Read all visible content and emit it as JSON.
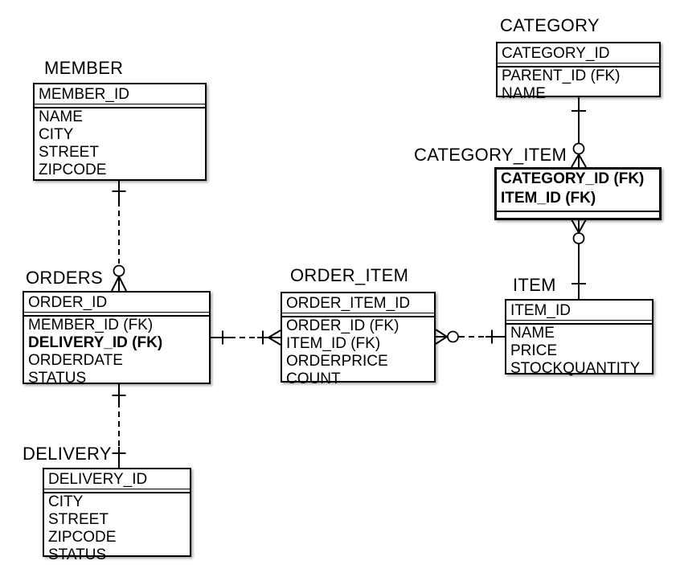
{
  "diagram": {
    "kind": "entity-relationship-diagram",
    "notation": "crows-foot",
    "entities": {
      "member": {
        "title": "MEMBER",
        "pk": "MEMBER_ID",
        "rows": [
          "NAME",
          "CITY",
          "STREET",
          "ZIPCODE"
        ]
      },
      "category": {
        "title": "CATEGORY",
        "pk": "CATEGORY_ID",
        "rows": [
          "PARENT_ID (FK)",
          "NAME"
        ]
      },
      "category_item": {
        "title": "CATEGORY_ITEM",
        "pk_rows": [
          "CATEGORY_ID (FK)",
          "ITEM_ID (FK)"
        ],
        "rows": []
      },
      "orders": {
        "title": "ORDERS",
        "pk": "ORDER_ID",
        "rows": [
          "MEMBER_ID (FK)",
          "DELIVERY_ID (FK)",
          "ORDERDATE",
          "STATUS"
        ]
      },
      "order_item": {
        "title": "ORDER_ITEM",
        "pk": "ORDER_ITEM_ID",
        "rows": [
          "ORDER_ID (FK)",
          "ITEM_ID (FK)",
          "ORDERPRICE",
          "COUNT"
        ]
      },
      "item": {
        "title": "ITEM",
        "pk": "ITEM_ID",
        "rows": [
          "NAME",
          "PRICE",
          "STOCKQUANTITY"
        ]
      },
      "delivery": {
        "title": "DELIVERY",
        "pk": "DELIVERY_ID",
        "rows": [
          "CITY",
          "STREET",
          "ZIPCODE",
          "STATUS"
        ]
      }
    },
    "relationships": [
      {
        "from": "MEMBER",
        "to": "ORDERS",
        "from_cardinality": "one",
        "to_cardinality": "zero-or-many",
        "line_style": "dashed"
      },
      {
        "from": "ORDERS",
        "to": "DELIVERY",
        "from_cardinality": "one",
        "to_cardinality": "one",
        "line_style": "dashed"
      },
      {
        "from": "ORDERS",
        "to": "ORDER_ITEM",
        "from_cardinality": "one",
        "to_cardinality": "one-or-many",
        "line_style": "dashed"
      },
      {
        "from": "ITEM",
        "to": "ORDER_ITEM",
        "from_cardinality": "one",
        "to_cardinality": "zero-or-many",
        "line_style": "dashed"
      },
      {
        "from": "CATEGORY",
        "to": "CATEGORY_ITEM",
        "from_cardinality": "one",
        "to_cardinality": "zero-or-many",
        "line_style": "solid"
      },
      {
        "from": "ITEM",
        "to": "CATEGORY_ITEM",
        "from_cardinality": "one",
        "to_cardinality": "zero-or-many",
        "line_style": "solid"
      }
    ],
    "colors": {
      "line": "#000000",
      "entity_fill": "#ffffff",
      "background": "#ffffff"
    }
  }
}
